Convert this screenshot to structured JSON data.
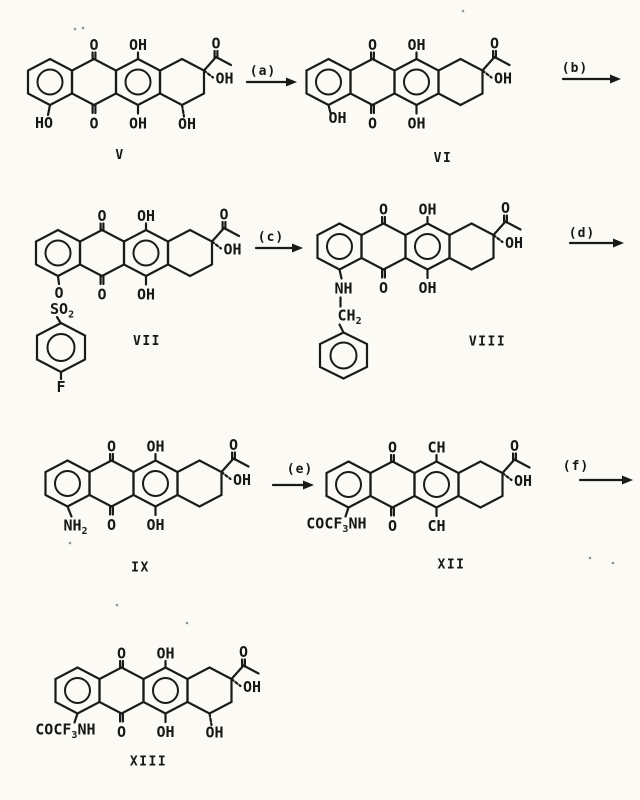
{
  "page": {
    "background": "#fbfaf5",
    "ink": "#1a1a1a"
  },
  "scheme": {
    "description": "Chemical reaction scheme, seven fused tetracyclic (anthracyclinone-type) structures connected by labeled arrows",
    "compounds": [
      {
        "id": "V",
        "label": "V",
        "labels": {
          "quinone_top": "O",
          "quinone_bottom": "O",
          "phenol_top": "OH",
          "phenol_bottom": "OH",
          "acetyl_o": "O",
          "c9": "OH",
          "c7": "OH"
        },
        "a_substituent": {
          "kind": "hydroxy-left",
          "text": "HO"
        }
      },
      {
        "id": "VI",
        "label": "VI",
        "labels": {
          "quinone_top": "O",
          "quinone_bottom": "O",
          "phenol_top": "OH",
          "phenol_bottom": "OH",
          "acetyl_o": "O",
          "c9": "OH",
          "c7": null
        },
        "a_substituent": {
          "kind": "hydroxy-below",
          "text": "OH"
        }
      },
      {
        "id": "VII",
        "label": "VII",
        "labels": {
          "quinone_top": "O",
          "quinone_bottom": "O",
          "phenol_top": "OH",
          "phenol_bottom": "OH",
          "acetyl_o": "O",
          "c9": "OH",
          "c7": null
        },
        "a_substituent": {
          "kind": "fluorophenylsulfonyloxy",
          "o": "O",
          "so2": "SO₂",
          "f": "F"
        }
      },
      {
        "id": "VIII",
        "label": "VIII",
        "labels": {
          "quinone_top": "O",
          "quinone_bottom": "O",
          "phenol_top": "OH",
          "phenol_bottom": "OH",
          "acetyl_o": "O",
          "c9": "OH",
          "c7": null
        },
        "a_substituent": {
          "kind": "benzylamino",
          "nh": "NH",
          "ch2": "CH₂"
        }
      },
      {
        "id": "IX",
        "label": "IX",
        "labels": {
          "quinone_top": "O",
          "quinone_bottom": "O",
          "phenol_top": "OH",
          "phenol_bottom": "OH",
          "acetyl_o": "O",
          "c9": "OH",
          "c7": null
        },
        "a_substituent": {
          "kind": "amino",
          "text": "NH₂"
        }
      },
      {
        "id": "XII",
        "label": "XII",
        "labels": {
          "quinone_top": "O",
          "quinone_bottom": "O",
          "phenol_top": "CH",
          "phenol_bottom": "CH",
          "acetyl_o": "O",
          "c9": "OH",
          "c7": null
        },
        "a_substituent": {
          "kind": "trifluoroacetamido",
          "text": "COCF₃NH"
        }
      },
      {
        "id": "XIII",
        "label": "XIII",
        "labels": {
          "quinone_top": "O",
          "quinone_bottom": "O",
          "phenol_top": "OH",
          "phenol_bottom": "OH",
          "acetyl_o": "O",
          "c9": "OH",
          "c7": "OH"
        },
        "a_substituent": {
          "kind": "trifluoroacetamido",
          "text": "COCF₃NH"
        }
      }
    ],
    "arrows": [
      {
        "label": "(a)"
      },
      {
        "label": "(b)"
      },
      {
        "label": "(c)"
      },
      {
        "label": "(d)"
      },
      {
        "label": "(e)"
      },
      {
        "label": "(f)"
      }
    ]
  }
}
